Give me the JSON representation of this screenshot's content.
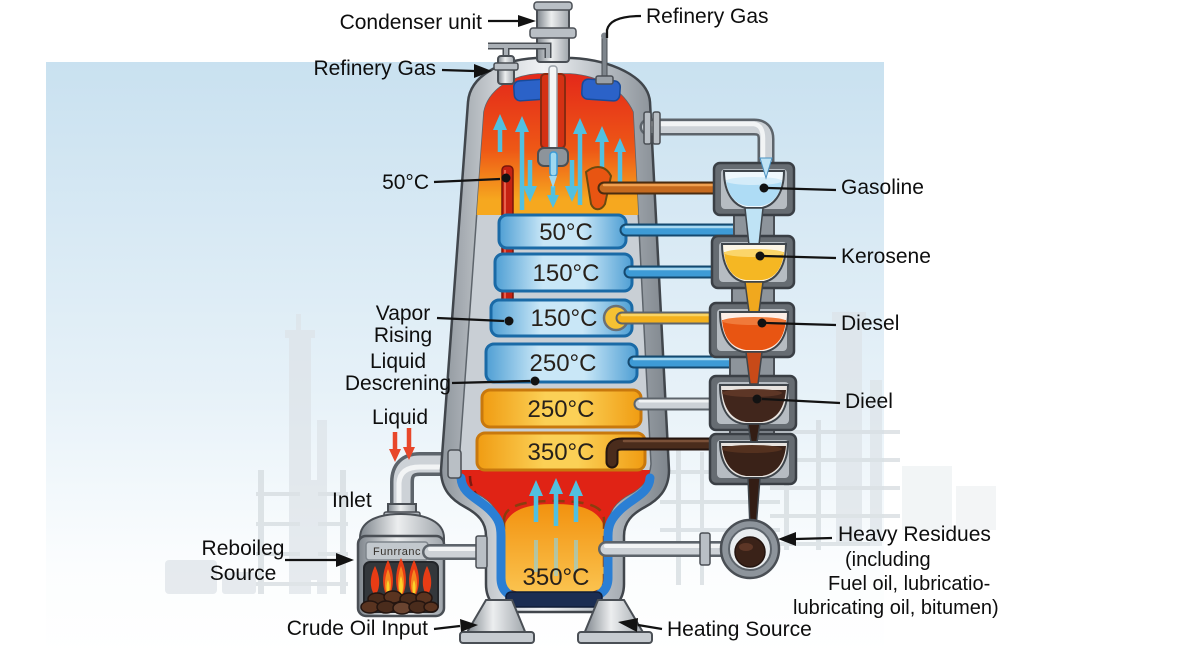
{
  "diagram": {
    "type": "fractional-distillation-column",
    "labels": {
      "condenser_unit": "Condenser unit",
      "refinery_gas_top": "Refinery Gas",
      "refinery_gas_left": "Refinery Gas",
      "temp_top": "50°C",
      "vapor_rising_line1": "Vapor",
      "vapor_rising_line2": "Rising",
      "liquid_descending_line1": "Liquid",
      "liquid_descending_line2": "Descrening",
      "liquid": "Liquid",
      "inlet": "Inlet",
      "reboiler_line1": "Reboileg",
      "reboiler_line2": "Source",
      "furnace_plate": "Funrranc",
      "crude_oil_input": "Crude Oil Input",
      "heating_source": "Heating Source"
    },
    "column": {
      "trays": [
        {
          "temp": "50°C",
          "fill": "blue"
        },
        {
          "temp": "150°C",
          "fill": "blue"
        },
        {
          "temp": "150°C",
          "fill": "blue"
        },
        {
          "temp": "250°C",
          "fill": "blue"
        },
        {
          "temp": "250°C",
          "fill": "orange"
        },
        {
          "temp": "350°C",
          "fill": "orange"
        }
      ],
      "bottom_temp": "350°C"
    },
    "products": [
      {
        "name": "Gasoline",
        "liquid_color": "#aedcf5"
      },
      {
        "name": "Kerosene",
        "liquid_color": "#f5b723"
      },
      {
        "name": "Diesel",
        "liquid_color": "#e85512"
      },
      {
        "name": "Dieel",
        "liquid_color": "#41261c"
      }
    ],
    "heavy_residues": {
      "line1": "Heavy Residues",
      "line2": "(including",
      "line3": "Fuel oil, lubricatio-",
      "line4": "lubricating oil, bitumen)"
    },
    "colors": {
      "sky": "#cde3f1",
      "hot_red": "#e02315",
      "hot_orange": "#f5a81f",
      "tray_blue": "#4aa3d8",
      "vapor_arrow_cyan": "#52c0e0",
      "liquid_arrow_red": "#e8472a",
      "pipe_silver": "#ccd1d6",
      "residue_brown": "#3a2218",
      "flame_orange": "#f6871f"
    }
  }
}
